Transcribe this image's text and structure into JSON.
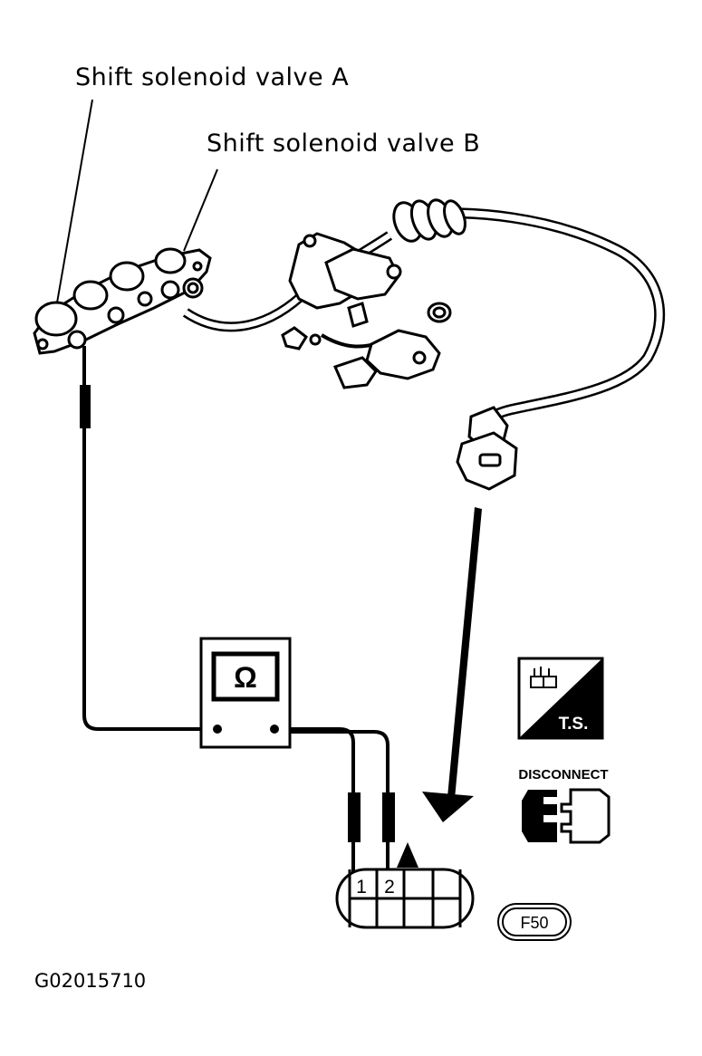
{
  "labels": {
    "valve_a": "Shift solenoid valve A",
    "valve_b": "Shift solenoid valve B",
    "figure_code": "G02015710"
  },
  "meter": {
    "symbol": "Ω"
  },
  "connector": {
    "pin_1": "1",
    "pin_2": "2"
  },
  "ts_badge": {
    "text": "T.S."
  },
  "disconnect_badge": {
    "text": "DISCONNECT"
  },
  "ref_badge": {
    "text": "F50"
  },
  "colors": {
    "ink": "#000000",
    "paper": "#ffffff"
  }
}
